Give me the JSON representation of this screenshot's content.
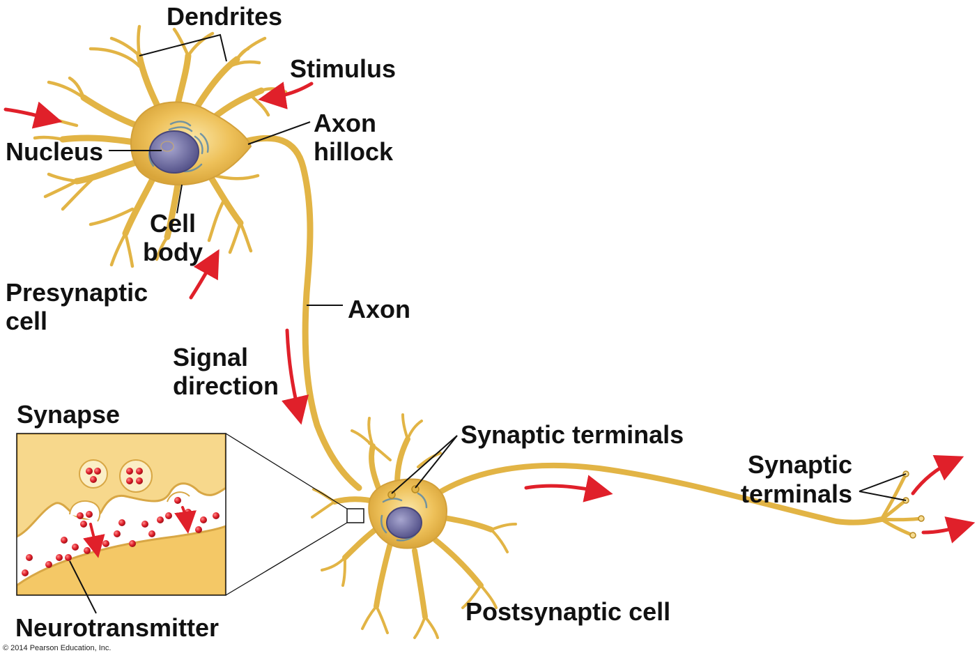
{
  "labels": {
    "dendrites": "Dendrites",
    "stimulus": "Stimulus",
    "nucleus": "Nucleus",
    "axon_hillock_1": "Axon",
    "axon_hillock_2": "hillock",
    "cell_body_1": "Cell",
    "cell_body_2": "body",
    "presynaptic_1": "Presynaptic",
    "presynaptic_2": "cell",
    "axon": "Axon",
    "signal_1": "Signal",
    "signal_2": "direction",
    "synapse": "Synapse",
    "synaptic_terminals_mid": "Synaptic terminals",
    "synaptic_terminals_r1": "Synaptic",
    "synaptic_terminals_r2": "terminals",
    "postsynaptic": "Postsynaptic cell",
    "neurotransmitter": "Neurotransmitter"
  },
  "copyright": "© 2014 Pearson Education, Inc.",
  "colors": {
    "neuron_fill": "#e8b94a",
    "neuron_outline": "#b88a22",
    "synapse_fill": "#f7d88c",
    "vesicle_fill": "#fbeec6",
    "neurotransmitter": "#e0202a",
    "arrow": "#e0202a",
    "nucleus": "#6a6aa0",
    "organelle": "#5d8aa8"
  },
  "icons": {
    "signal_arrow": "red-curved-arrow",
    "neurotransmitter": "red-sphere"
  }
}
